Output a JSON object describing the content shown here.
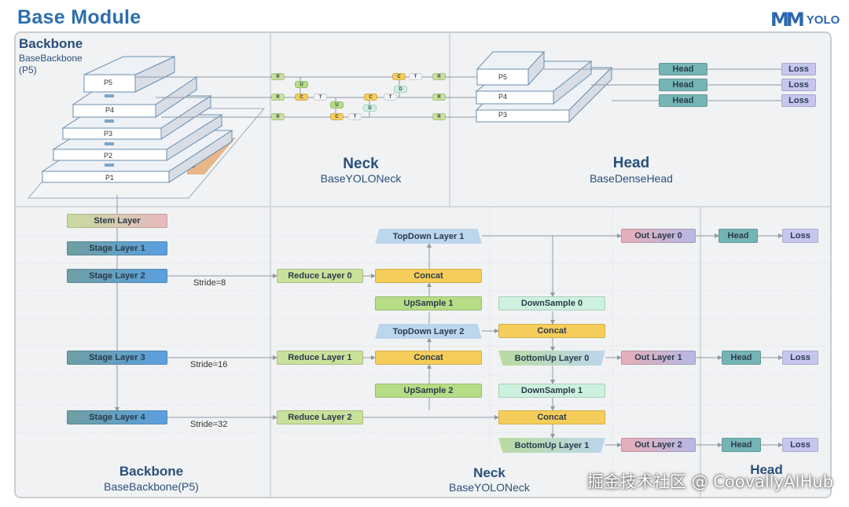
{
  "header": {
    "title": "Base Module",
    "logo_mark": "MM",
    "logo_text": "YOLO"
  },
  "top": {
    "backbone": {
      "title": "Backbone",
      "sub1": "BaseBackbone",
      "sub2": "(P5)",
      "levels": [
        "P5",
        "P4",
        "P3",
        "P2",
        "P1"
      ]
    },
    "neck": {
      "title": "Neck",
      "sub": "BaseYOLONeck",
      "node_letters": [
        "R",
        "U",
        "C",
        "T",
        "D"
      ]
    },
    "head": {
      "title": "Head",
      "sub": "BaseDenseHead",
      "levels": [
        "P5",
        "P4",
        "P3"
      ],
      "heads": [
        "Head",
        "Head",
        "Head"
      ],
      "losses": [
        "Loss",
        "Loss",
        "Loss"
      ]
    }
  },
  "bottom": {
    "backbone": {
      "title": "Backbone",
      "sub": "BaseBackbone(P5)",
      "layers": [
        "Stem Layer",
        "Stage Layer 1",
        "Stage Layer 2",
        "Stage Layer 3",
        "Stage Layer 4"
      ],
      "strides": [
        "Stride=8",
        "Stride=16",
        "Stride=32"
      ]
    },
    "neck": {
      "title": "Neck",
      "sub": "BaseYOLONeck",
      "reduce": [
        "Reduce Layer 0",
        "Reduce Layer 1",
        "Reduce Layer 2"
      ],
      "topdown": [
        "TopDown Layer 1",
        "TopDown Layer 2"
      ],
      "upsample": [
        "UpSample 1",
        "UpSample 2"
      ],
      "concat": [
        "Concat",
        "Concat",
        "Concat",
        "Concat"
      ],
      "downsample": [
        "DownSample 0",
        "DownSample 1"
      ],
      "bottomup": [
        "BottomUp Layer 0",
        "BottomUp Layer 1"
      ]
    },
    "head": {
      "title": "Head",
      "out": [
        "Out Layer 0",
        "Out Layer 1",
        "Out Layer 2"
      ],
      "heads": [
        "Head",
        "Head",
        "Head"
      ],
      "losses": [
        "Loss",
        "Loss",
        "Loss"
      ]
    }
  },
  "watermark": "掘金技术社区 @ CoovallyAIHub",
  "colors": {
    "stem": "#c7dba0",
    "stem2": "#e9b8bf",
    "stage": "#6f9fa3",
    "stage2": "#5aa0e0",
    "reduce": "#c9e19a",
    "concat": "#f5cd5a",
    "upsample": "#b6dc86",
    "topdown": "#bcd6ec",
    "downsample": "#cdf1df",
    "bottomup": "#b9dba0",
    "out": "#e7aeb6",
    "out2": "#b7b8e6",
    "head": "#74b4b4",
    "loss": "#c8c6ee",
    "accent": "#2d6fae"
  }
}
